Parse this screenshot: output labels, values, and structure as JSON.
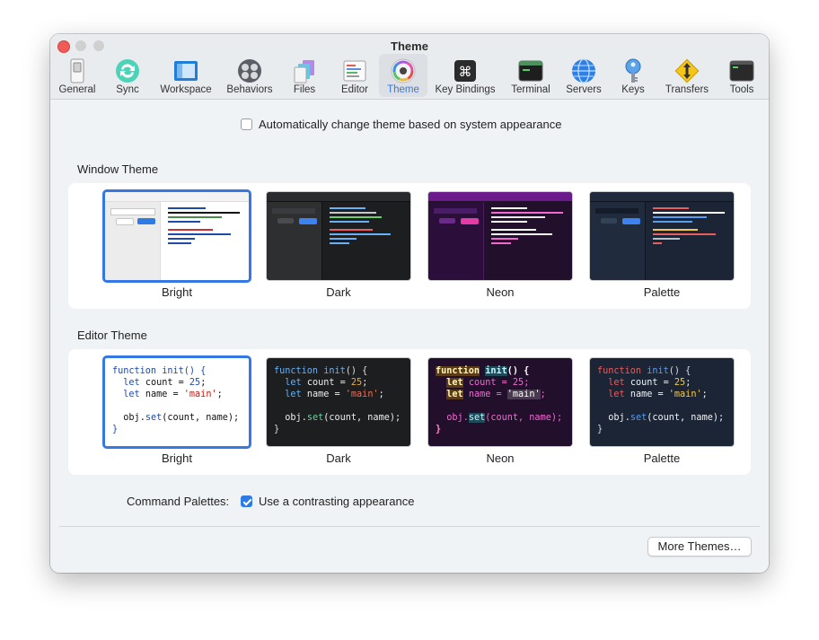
{
  "window": {
    "title": "Theme"
  },
  "toolbar": {
    "items": [
      {
        "label": "General",
        "icon": "general-switch-icon"
      },
      {
        "label": "Sync",
        "icon": "sync-icon"
      },
      {
        "label": "Workspace",
        "icon": "workspace-icon"
      },
      {
        "label": "Behaviors",
        "icon": "behaviors-gears-icon"
      },
      {
        "label": "Files",
        "icon": "files-icon"
      },
      {
        "label": "Editor",
        "icon": "editor-icon"
      },
      {
        "label": "Theme",
        "icon": "theme-color-wheel-icon",
        "selected": true
      },
      {
        "label": "Key Bindings",
        "icon": "command-key-icon"
      },
      {
        "label": "Terminal",
        "icon": "terminal-icon"
      },
      {
        "label": "Servers",
        "icon": "servers-globe-icon"
      },
      {
        "label": "Keys",
        "icon": "key-icon"
      },
      {
        "label": "Transfers",
        "icon": "transfers-icon"
      },
      {
        "label": "Tools",
        "icon": "tools-icon"
      }
    ]
  },
  "auto_theme": {
    "label": "Automatically change theme based on system appearance",
    "checked": false
  },
  "window_theme": {
    "title": "Window Theme",
    "options": [
      {
        "name": "Bright",
        "selected": true
      },
      {
        "name": "Dark",
        "selected": false
      },
      {
        "name": "Neon",
        "selected": false
      },
      {
        "name": "Palette",
        "selected": false
      }
    ]
  },
  "editor_theme": {
    "title": "Editor Theme",
    "options": [
      {
        "name": "Bright",
        "selected": true
      },
      {
        "name": "Dark",
        "selected": false
      },
      {
        "name": "Neon",
        "selected": false
      },
      {
        "name": "Palette",
        "selected": false
      }
    ],
    "code": {
      "kw_function": "function",
      "fn_name": "init",
      "parens_brace": "() {",
      "kw_let": "let",
      "var_count": "count",
      "eq": " = ",
      "num": "25",
      "semi": ";",
      "var_name": "name",
      "str": "'main'",
      "obj": "obj",
      "dot": ".",
      "method": "set",
      "args": "(count, name);",
      "close": "}"
    }
  },
  "command_palettes": {
    "title": "Command Palettes:",
    "label": "Use a contrasting appearance",
    "checked": true
  },
  "more_themes_button": "More Themes…",
  "colors": {
    "accent": "#3578e5",
    "close": "#ef5b57"
  }
}
